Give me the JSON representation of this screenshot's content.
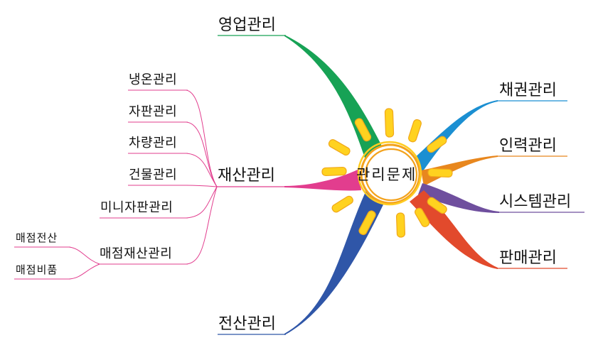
{
  "center": {
    "label": "관리문제"
  },
  "branches": {
    "sales_mgmt": {
      "label": "영업관리",
      "color": "#17a255"
    },
    "receivables": {
      "label": "채권관리",
      "color": "#1b8fd2"
    },
    "hr": {
      "label": "인력관리",
      "color": "#e8871e"
    },
    "system": {
      "label": "시스템관리",
      "color": "#6f4f9e"
    },
    "sales": {
      "label": "판매관리",
      "color": "#e24a2c"
    },
    "computing": {
      "label": "전산관리",
      "color": "#2f56a8"
    },
    "assets": {
      "label": "재산관리",
      "color": "#e23d8e",
      "children": [
        {
          "label": "냉온관리"
        },
        {
          "label": "자판관리"
        },
        {
          "label": "차량관리"
        },
        {
          "label": "건물관리"
        },
        {
          "label": "미니자판관리"
        },
        {
          "label": "매점재산관리",
          "children": [
            {
              "label": "매점전산"
            },
            {
              "label": "매점비품"
            }
          ]
        }
      ]
    }
  }
}
